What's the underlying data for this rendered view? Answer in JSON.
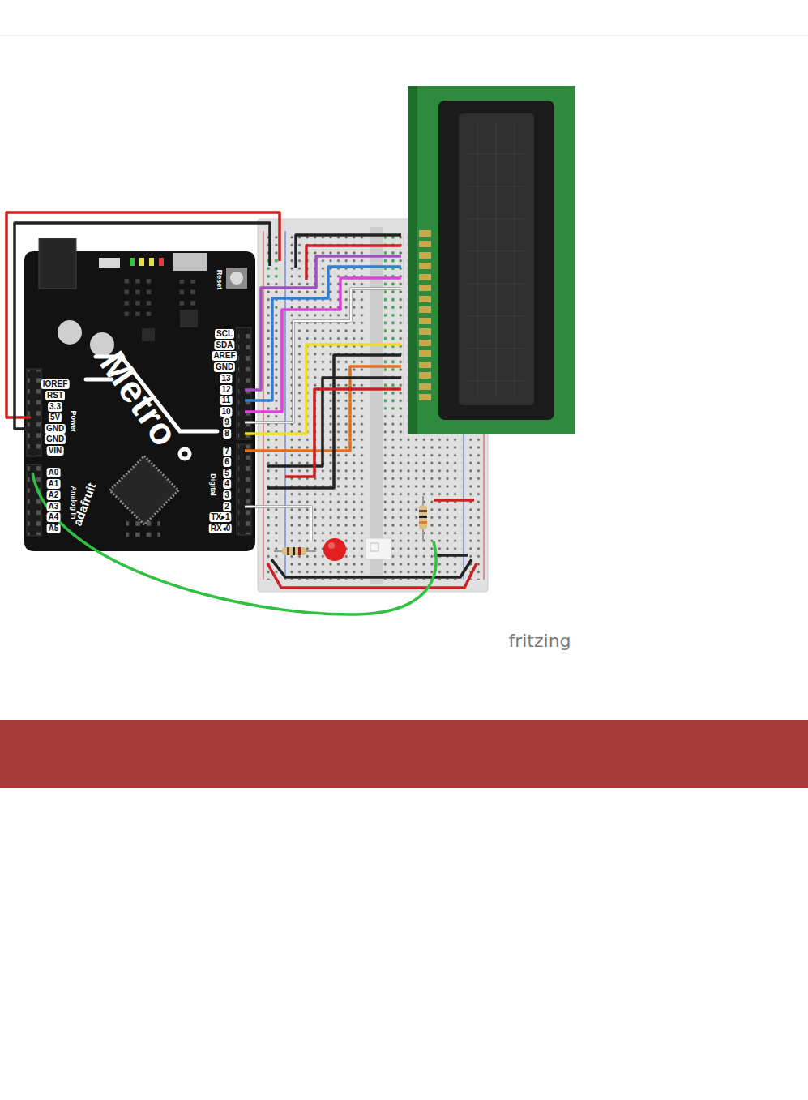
{
  "diagram": {
    "labels": [
      "SCL",
      "SDA",
      "AREF",
      "GND",
      "13",
      "12",
      "11",
      "10",
      "9",
      "8",
      "7",
      "6",
      "5",
      "4",
      "3",
      "2",
      "TX▸1",
      "RX◂0",
      "IOREF",
      "RST",
      "3.3",
      "5V",
      "GND",
      "GND",
      "VIN",
      "A0",
      "A1",
      "A2",
      "A3",
      "A4",
      "A5",
      "Power",
      "Analog In",
      "Digital",
      "Metro",
      "adafruit",
      "Reset",
      "fritzing"
    ]
  }
}
